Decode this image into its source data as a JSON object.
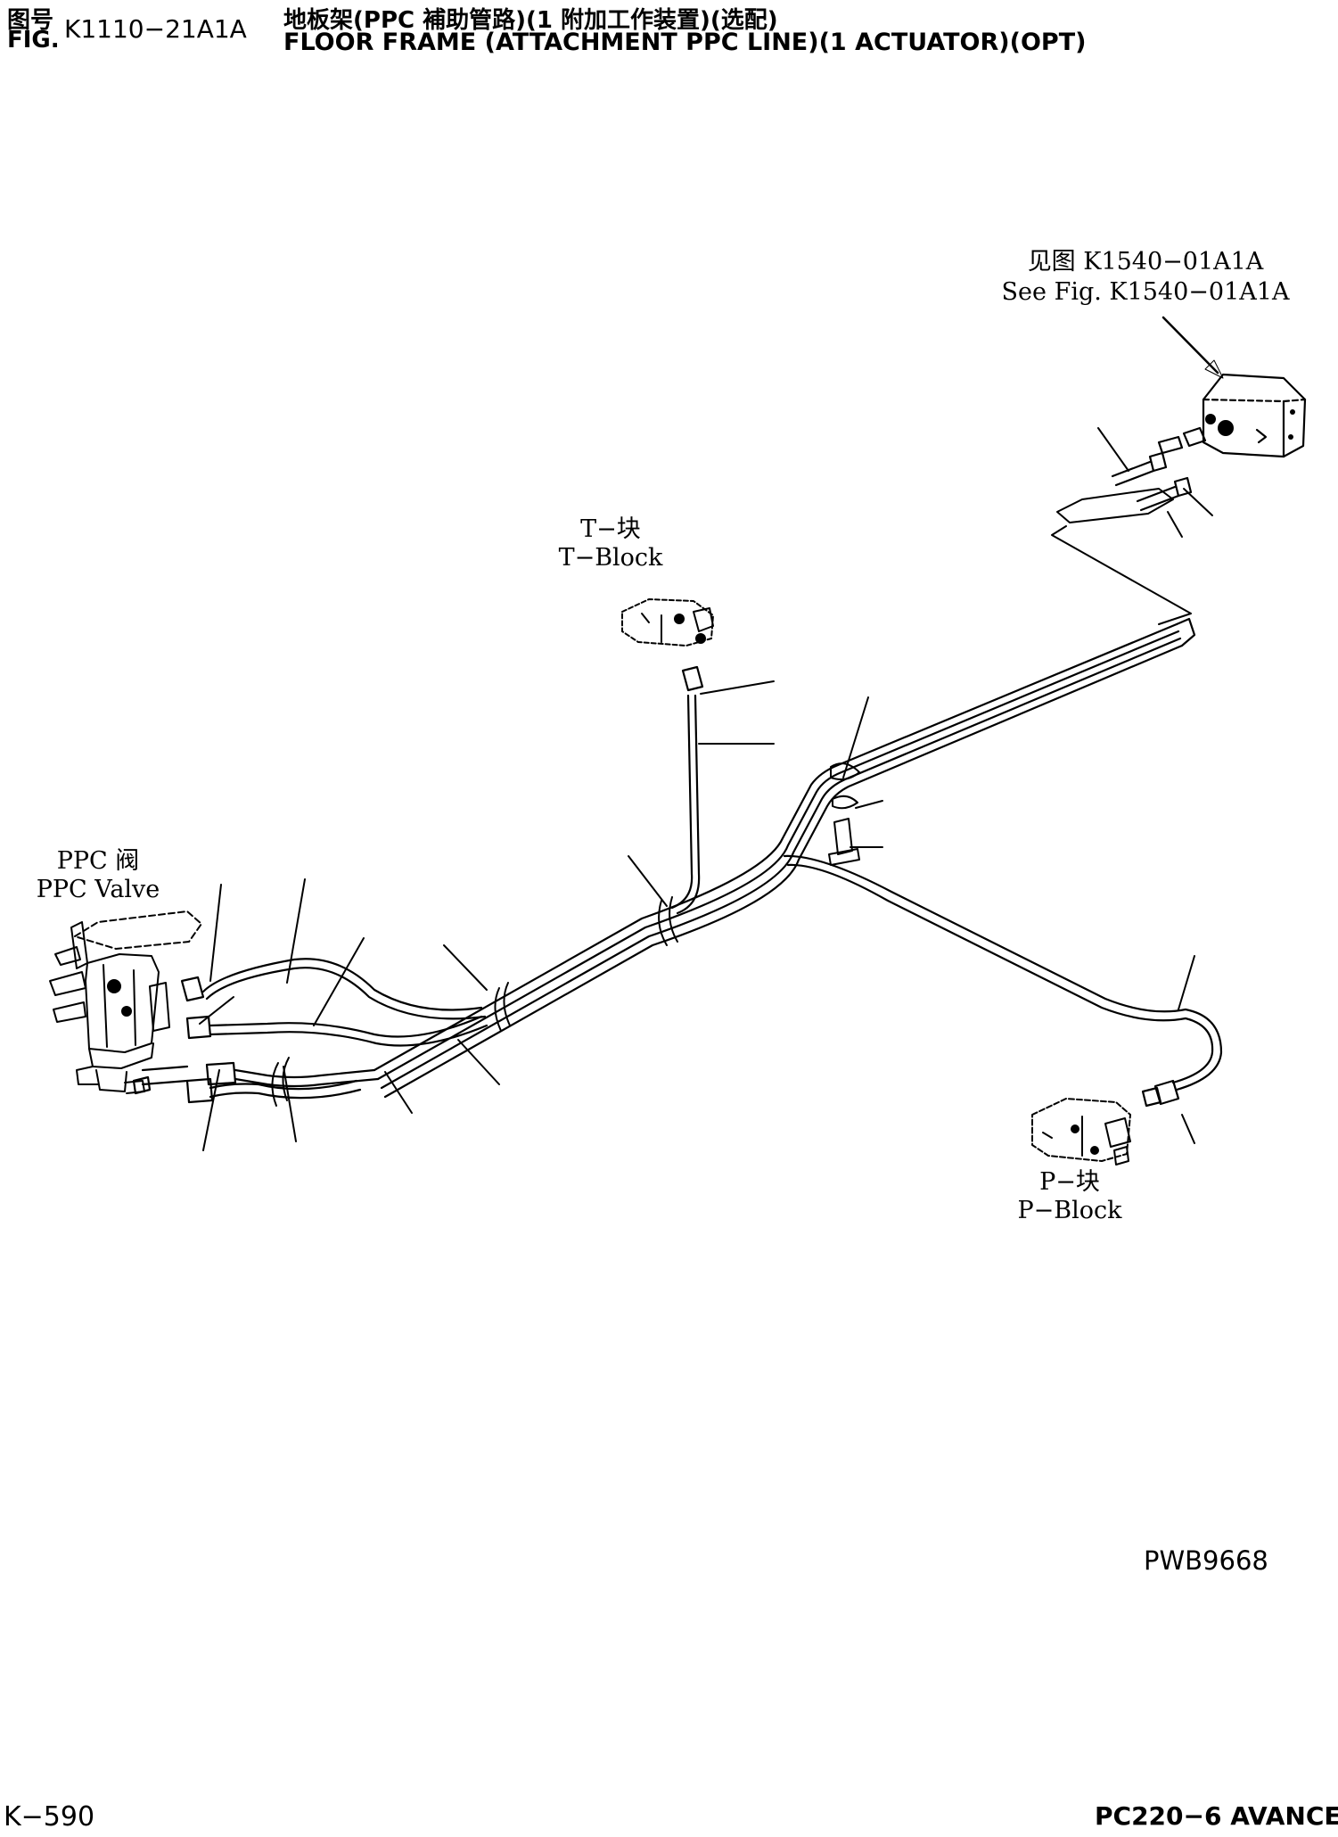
{
  "header": {
    "fig_label_cn": "图号",
    "fig_label_en": "FIG.",
    "fig_number": "K1110−21A1A",
    "title_cn": "地板架(PPC 補助管路)(1 附加工作装置)(选配)",
    "title_en": "FLOOR FRAME (ATTACHMENT PPC LINE)(1 ACTUATOR)(OPT)"
  },
  "labels": {
    "see_fig_cn": "见图 K1540−01A1A",
    "see_fig_en": "See Fig. K1540−01A1A",
    "t_block_cn": "T−块",
    "t_block_en": "T−Block",
    "ppc_valve_cn": "PPC 阀",
    "ppc_valve_en": "PPC Valve",
    "p_block_cn": "P−块",
    "p_block_en": "P−Block"
  },
  "drawing_code": "PWB9668",
  "footer": {
    "page": "K−590",
    "model": "PC220−6 AVANCE"
  }
}
